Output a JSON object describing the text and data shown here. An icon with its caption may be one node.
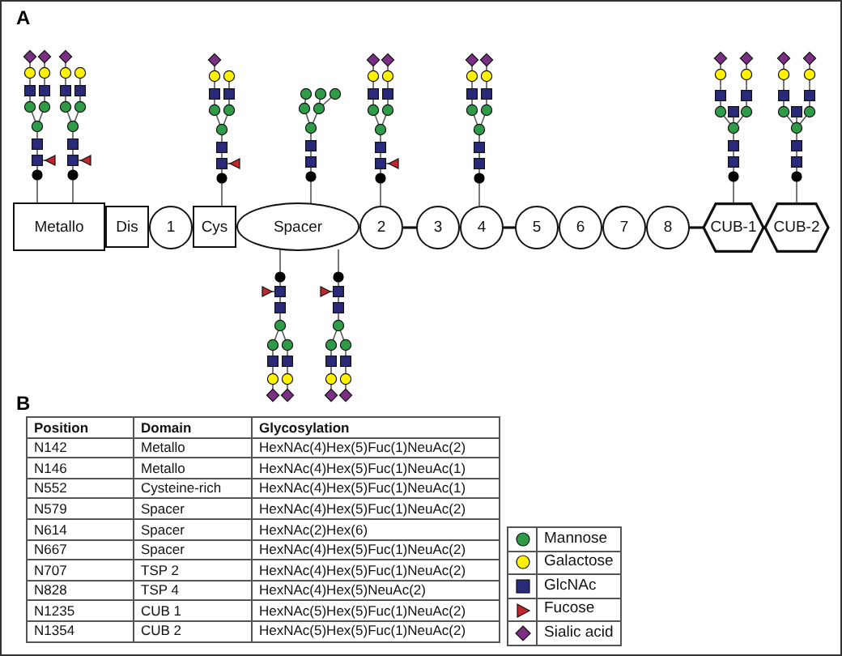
{
  "diagram": {
    "nodes": [
      {
        "text": [
          "Metallo"
        ]
      },
      {
        "text": [
          "Dis"
        ]
      },
      {
        "text": [
          "1"
        ]
      },
      {
        "text": [
          "Cys"
        ]
      },
      {
        "text": [
          "Spacer"
        ]
      },
      {
        "text": [
          "2"
        ]
      },
      {
        "text": [
          "3"
        ]
      },
      {
        "text": [
          "4"
        ]
      },
      {
        "text": [
          "5"
        ]
      },
      {
        "text": [
          "6"
        ]
      },
      {
        "text": [
          "7"
        ]
      },
      {
        "text": [
          "8"
        ]
      },
      {
        "text": [
          "CUB-1"
        ]
      },
      {
        "text": [
          "CUB-2"
        ]
      }
    ],
    "edges": [
      {
        "from": 5,
        "to": 6,
        "arrow": "none"
      },
      {
        "from": 7,
        "to": 8,
        "arrow": "none"
      },
      {
        "from": 11,
        "to": 12,
        "arrow": "none"
      }
    ],
    "labels": [
      "A",
      "B",
      "Position",
      "Domain",
      "Glycosylation",
      "N142",
      "Metallo",
      "HexNAc(4)Hex(5)Fuc(1)NeuAc(2)",
      "N146",
      "Metallo",
      "HexNAc(4)Hex(5)Fuc(1)NeuAc(1)",
      "N552",
      "Cysteine-rich",
      "HexNAc(4)Hex(5)Fuc(1)NeuAc(1)",
      "N579",
      "Spacer",
      "HexNAc(4)Hex(5)Fuc(1)NeuAc(2)",
      "N614",
      "Spacer",
      "HexNAc(2)Hex(6)",
      "N667",
      "Spacer",
      "HexNAc(4)Hex(5)Fuc(1)NeuAc(2)",
      "N707",
      "TSP 2",
      "HexNAc(4)Hex(5)Fuc(1)NeuAc(2)",
      "N828",
      "TSP 4",
      "HexNAc(4)Hex(5)NeuAc(2)",
      "N1235",
      "CUB 1",
      "HexNAc(5)Hex(5)Fuc(1)NeuAc(2)",
      "N1354",
      "CUB 2",
      "HexNAc(5)Hex(5)Fuc(1)NeuAc(2)"
    ],
    "legend": [
      {
        "text": "Mannose",
        "color": "#2f9a47"
      },
      {
        "text": "Galactose",
        "color": "#fff200"
      },
      {
        "text": "GlcNAc",
        "color": "#2b2a7a"
      },
      {
        "text": "Fucose",
        "color": "#c0262d"
      },
      {
        "text": "Sialic acid",
        "color": "#7a2e84"
      }
    ]
  }
}
